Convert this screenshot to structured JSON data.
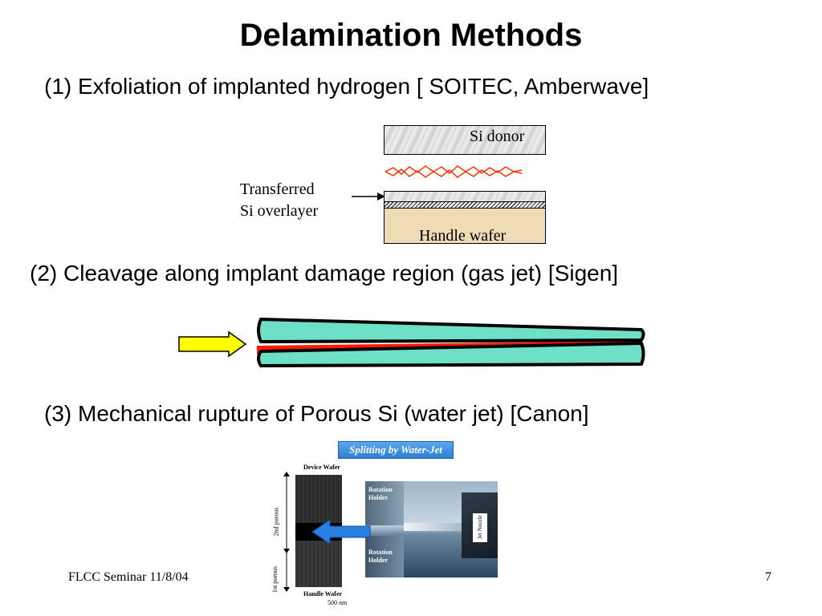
{
  "slide": {
    "title": "Delamination Methods",
    "method1": "(1) Exfoliation of implanted hydrogen [ SOITEC, Amberwave]",
    "method2": "(2) Cleavage along implant damage region (gas jet) [Sigen]",
    "method3": "(3) Mechanical rupture of Porous Si  (water jet) [Canon]"
  },
  "diagram1": {
    "donor_label": "Si donor",
    "overlayer_label_line1": "Transferred",
    "overlayer_label_line2": "Si overlayer",
    "handle_label": "Handle wafer"
  },
  "figure3": {
    "banner": "Splitting by Water-Jet",
    "device_wafer": "Device Wafer",
    "handle_wafer": "Handle Wafer",
    "second_porous": "2nd porous",
    "first_porous": "1st porous",
    "scale": "500 nm",
    "rotation_holder_top": "Rotation Holder",
    "rotation_holder_bottom": "Rotation Holder",
    "jet_nozzle": "Jet Nozzle"
  },
  "colors": {
    "wafer_teal": "#6ee0c8",
    "arrow_yellow": "#ffff00",
    "damage_red": "#ff0000",
    "spark_red": "#ff3300",
    "handle_tan": "#efdcb4",
    "banner_blue": "#2f86d8",
    "jet_blue": "#2a7fe0"
  },
  "footer": {
    "left": "FLCC Seminar 11/8/04",
    "page": "7"
  }
}
